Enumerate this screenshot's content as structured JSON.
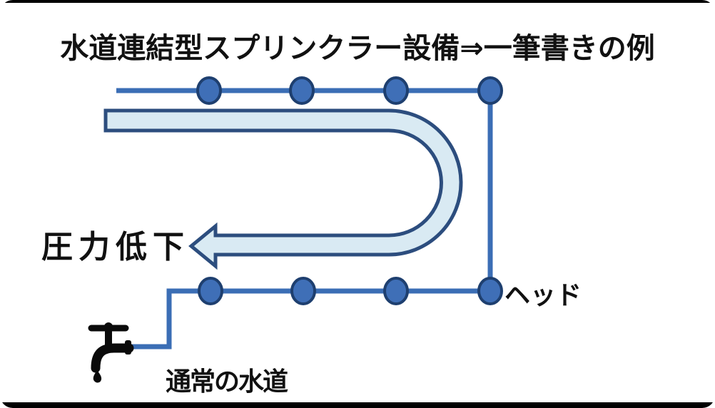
{
  "title": "水道連結型スプリンクラー設備⇒一筆書きの例",
  "diagram": {
    "labels": {
      "pressure_drop": "圧力低下",
      "head": "ヘッド",
      "normal_water": "通常の水道"
    },
    "nodes": {
      "top_row_count": 4,
      "bottom_row_count": 4
    },
    "colors": {
      "pipe_blue": "#3b6eb5",
      "node_fill": "#3f6fb7",
      "node_stroke": "#1e3f6f",
      "arrow_fill": "#d9eaf3",
      "arrow_stroke": "#2c4d7e",
      "text_black": "#111111",
      "frame_bar": "#000000",
      "background": "#ffffff"
    }
  }
}
